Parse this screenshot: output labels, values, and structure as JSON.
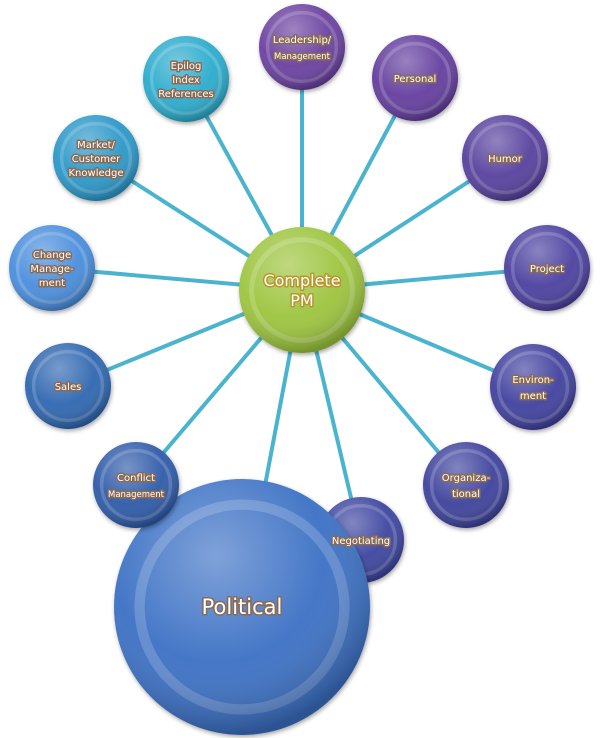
{
  "diagram": {
    "center": {
      "lines": [
        "Complete",
        "PM"
      ],
      "color": "#9cc43c"
    },
    "nodes": [
      {
        "lines": [
          "Leadership/",
          "Management"
        ],
        "color": "#6b3f9f"
      },
      {
        "lines": [
          "Personal"
        ],
        "color": "#643e9e"
      },
      {
        "lines": [
          "Humor"
        ],
        "color": "#573f9d"
      },
      {
        "lines": [
          "Project"
        ],
        "color": "#4c3f9f"
      },
      {
        "lines": [
          "Environ-",
          "ment"
        ],
        "color": "#3f3f9e"
      },
      {
        "lines": [
          "Organiza-",
          "tional"
        ],
        "color": "#3d429c"
      },
      {
        "lines": [
          "Negotiating"
        ],
        "color": "#3c45a0"
      },
      {
        "lines": [
          "Political"
        ],
        "color": "#3a6fc4"
      },
      {
        "lines": [
          "Conflict",
          "Management"
        ],
        "color": "#2f5aa8"
      },
      {
        "lines": [
          "Sales"
        ],
        "color": "#2f66b0"
      },
      {
        "lines": [
          "Change",
          "Manage-",
          "ment"
        ],
        "color": "#4a8ddc"
      },
      {
        "lines": [
          "Market/",
          "Customer",
          "Knowledge"
        ],
        "color": "#2b97c8"
      },
      {
        "lines": [
          "Epilog",
          "Index",
          "References"
        ],
        "color": "#2aabcc"
      }
    ],
    "link_color": "#4ab4cf"
  }
}
